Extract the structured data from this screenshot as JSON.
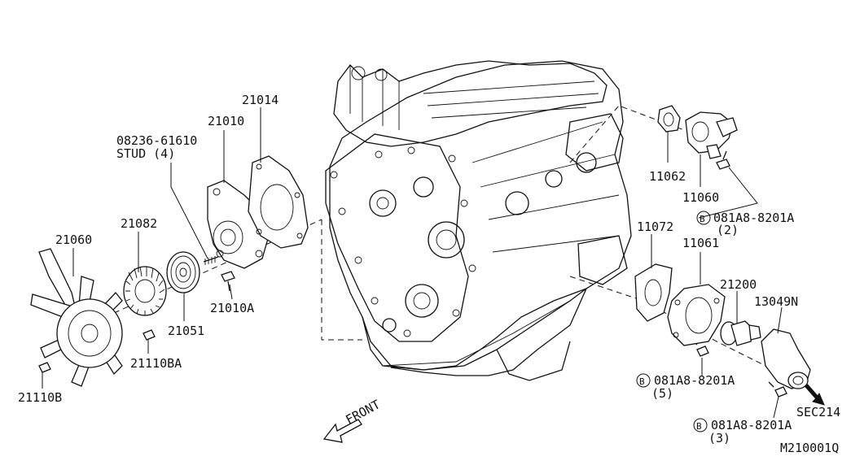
{
  "labels": {
    "p21014": "21014",
    "p21010": "21010",
    "p08236": "08236-61610",
    "stud": "STUD (4)",
    "p21082": "21082",
    "p21060": "21060",
    "p21051": "21051",
    "p21010A": "21010A",
    "p21110BA": "21110BA",
    "p21110B": "21110B",
    "p11062": "11062",
    "p11060": "11060",
    "bolt1_code": "081A8-8201A",
    "bolt1_qty": "(2)",
    "p11072": "11072",
    "p11061": "11061",
    "p21200": "21200",
    "p13049N": "13049N",
    "bolt2_code": "081A8-8201A",
    "bolt2_qty": "(5)",
    "sec": "SEC214",
    "bolt3_code": "081A8-8201A",
    "bolt3_qty": "(3)",
    "front": "FRONT",
    "diagram_id": "M210001Q",
    "bolt_marker": "B"
  }
}
